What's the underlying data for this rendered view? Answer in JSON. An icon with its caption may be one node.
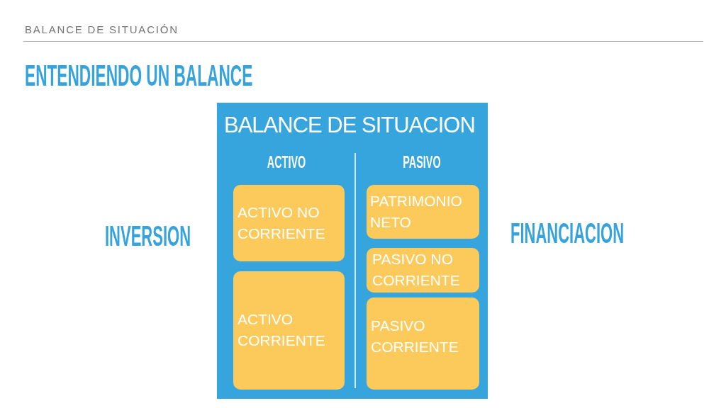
{
  "diagram": {
    "title": "ENTENDIENDO UN BALANCE",
    "nodes": [
      {
        "text": [
          "BALANCE DE SITUACION",
          "ACTIVO",
          "PASIVO"
        ]
      },
      {
        "text": [
          "ACTIVO NO CORRIENTE"
        ],
        "in": 0
      },
      {
        "text": [
          "ACTIVO CORRIENTE"
        ],
        "in": 0
      },
      {
        "text": [
          "PATRIMONIO NETO"
        ],
        "in": 0
      },
      {
        "text": [
          "PASIVO NO CORRIENTE"
        ],
        "in": 0
      },
      {
        "text": [
          "PASIVO CORRIENTE"
        ],
        "in": 0
      }
    ],
    "labels": [
      "BALANCE DE SITUACIÓN",
      "INVERSION",
      "FINANCIACION"
    ]
  }
}
